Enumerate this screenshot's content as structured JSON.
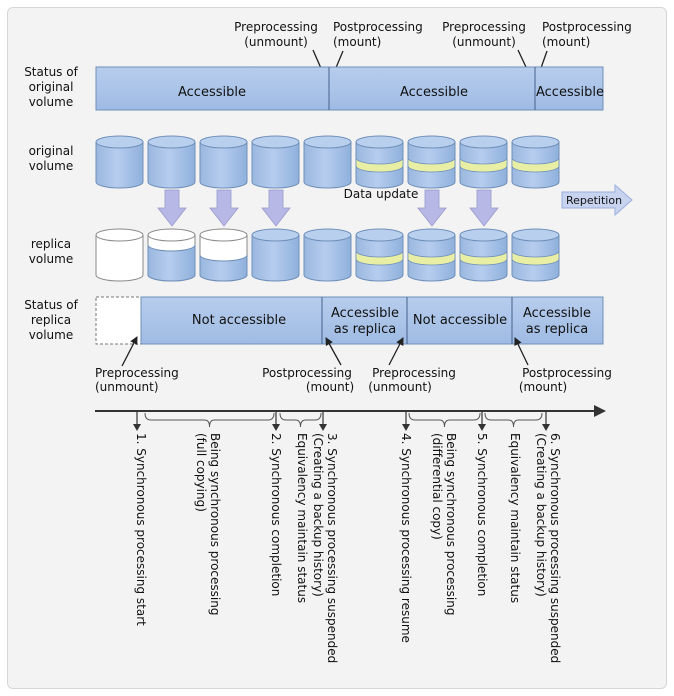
{
  "row_labels": {
    "status_original": [
      "Status of",
      "original",
      "volume"
    ],
    "original": [
      "original",
      "volume"
    ],
    "replica": [
      "replica",
      "volume"
    ],
    "status_replica": [
      "Status of",
      "replica",
      "volume"
    ]
  },
  "original_status": [
    "Accessible",
    "Accessible",
    "Accessible"
  ],
  "replica_status": [
    "Not accessible",
    "Accessible as replica",
    "Not accessible",
    "Accessible as replica"
  ],
  "top_callouts": [
    {
      "line1": "Preprocessing",
      "line2": "(unmount)"
    },
    {
      "line1": "Postprocessing",
      "line2": "(mount)"
    },
    {
      "line1": "Preprocessing",
      "line2": "(unmount)"
    },
    {
      "line1": "Postprocessing",
      "line2": "(mount)"
    }
  ],
  "bottom_callouts": [
    {
      "line1": "Preprocessing",
      "line2": "(unmount)"
    },
    {
      "line1": "Postprocessing",
      "line2": "(mount)"
    },
    {
      "line1": "Preprocessing",
      "line2": "(unmount)"
    },
    {
      "line1": "Postprocessing",
      "line2": "(mount)"
    }
  ],
  "data_update_label": "Data update",
  "repetition_label": "Repetition",
  "timeline_events": [
    {
      "text": "1. Synchronous processing start"
    },
    {
      "text": "2. Synchronous completion"
    },
    {
      "line1": "3. Synchronous processing suspended",
      "line2": "(Creating a backup history)"
    },
    {
      "text": "4. Synchronous processing resume"
    },
    {
      "text": "5. Synchronous completion"
    },
    {
      "line1": "6. Synchronous processing suspended",
      "line2": "(Creating a backup history)"
    }
  ],
  "timeline_phases": [
    {
      "line1": "Being synchronous processing",
      "line2": "(full copying)"
    },
    {
      "text": "Equivalency maintain status"
    },
    {
      "line1": "Being synchronous processing",
      "line2": "(differential copy)"
    },
    {
      "text": "Equivalency maintain status"
    }
  ],
  "colors": {
    "volume_blue": "#a8c2e6",
    "volume_edge": "#6f8fb9",
    "band_yellow": "#e8efa4",
    "arrow_lavender": "#b8b8e6",
    "repetition_fill": "#c8d4ef"
  }
}
